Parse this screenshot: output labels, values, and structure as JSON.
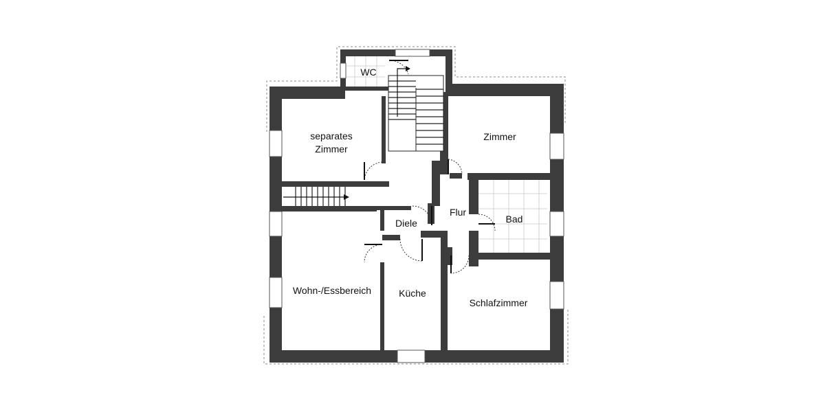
{
  "plan": {
    "rooms": {
      "wc": "WC",
      "separates_zimmer_1": "separates",
      "separates_zimmer_2": "Zimmer",
      "zimmer": "Zimmer",
      "flur": "Flur",
      "diele": "Diele",
      "bad": "Bad",
      "wohn_essbereich": "Wohn-/Essbereich",
      "kueche": "Küche",
      "schlafzimmer": "Schlafzimmer"
    }
  }
}
